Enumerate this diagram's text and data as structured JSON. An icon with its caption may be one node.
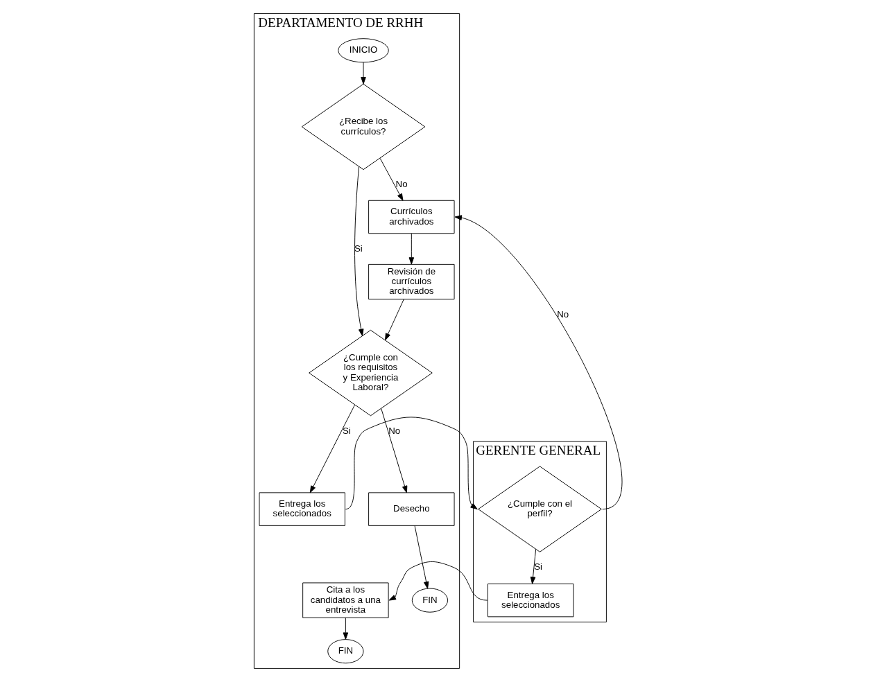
{
  "diagram": {
    "nodes": [
      {
        "text": [
          "DEPARTAMENTO DE RRHH"
        ]
      },
      {
        "text": [
          "GERENTE GENERAL"
        ]
      },
      {
        "text": [
          "INICIO"
        ],
        "in": 0
      },
      {
        "text": [
          "¿Recibe los currículos?"
        ],
        "in": 0
      },
      {
        "text": [
          "Currículos archivados"
        ],
        "in": 0
      },
      {
        "text": [
          "Revisión de currículos archivados"
        ],
        "in": 0
      },
      {
        "text": [
          "¿Cumple con los requisitos y Experiencia Laboral?"
        ],
        "in": 0
      },
      {
        "text": [
          "Desecho"
        ],
        "in": 0
      },
      {
        "text": [
          "FIN"
        ],
        "in": 0
      },
      {
        "text": [
          "Entrega los seleccionados"
        ],
        "in": 0
      },
      {
        "text": [
          "¿Cumple con el perfil?"
        ],
        "in": 1
      },
      {
        "text": [
          "Entrega los seleccionados"
        ],
        "in": 1
      },
      {
        "text": [
          "Cita a los candidatos a una entrevista"
        ],
        "in": 0
      },
      {
        "text": [
          "FIN"
        ],
        "in": 0
      }
    ],
    "edges": [
      {
        "from": 2,
        "to": 3,
        "arrow": "to"
      },
      {
        "from": 3,
        "to": 4,
        "label": "No",
        "arrow": "to"
      },
      {
        "from": 3,
        "to": 6,
        "label": "Si",
        "arrow": "to"
      },
      {
        "from": 4,
        "to": 5,
        "arrow": "to"
      },
      {
        "from": 5,
        "to": 6,
        "arrow": "to"
      },
      {
        "from": 6,
        "to": 7,
        "label": "No",
        "arrow": "to"
      },
      {
        "from": 7,
        "to": 8,
        "arrow": "to"
      },
      {
        "from": 6,
        "to": 9,
        "label": "Si",
        "arrow": "to"
      },
      {
        "from": 9,
        "to": 10,
        "arrow": "to"
      },
      {
        "from": 10,
        "to": 4,
        "label": "No",
        "arrow": "to"
      },
      {
        "from": 10,
        "to": 11,
        "label": "Si",
        "arrow": "to"
      },
      {
        "from": 11,
        "to": 12,
        "arrow": "to"
      },
      {
        "from": 12,
        "to": 13,
        "arrow": "to"
      }
    ]
  }
}
